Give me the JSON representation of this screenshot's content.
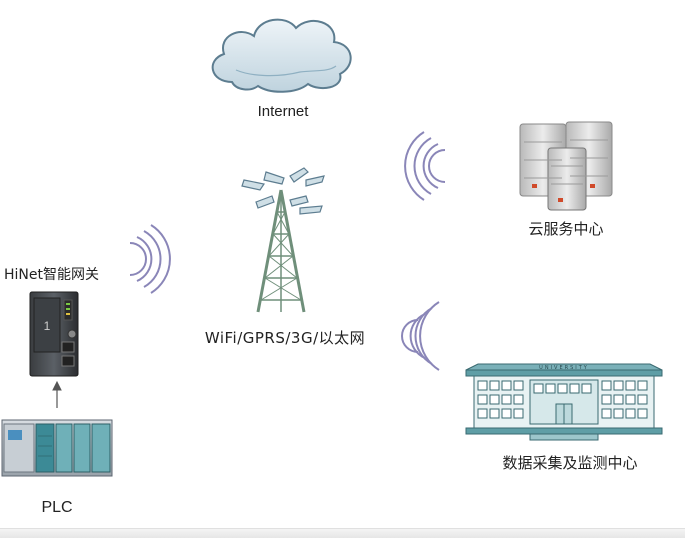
{
  "labels": {
    "internet": "Internet",
    "cloud_service": "云服务中心",
    "network": "WiFi/GPRS/3G/以太网",
    "gateway": "HiNet智能网关",
    "data_center": "数据采集及监测中心",
    "plc": "PLC",
    "building_sign": "UNIVERSITY"
  },
  "icons": {
    "cloud": "cloud-icon",
    "tower": "radio-tower-icon",
    "servers": "server-stack-icon",
    "building": "building-icon",
    "gateway": "gateway-device-icon",
    "plc": "plc-rack-icon",
    "signal": "wifi-signal-icon"
  },
  "colors": {
    "signal": "#8a86b8",
    "cloud_fill": "#d6e4ec",
    "cloud_stroke": "#5d7d90",
    "tower": "#6f8f7a",
    "building": "#5f9ea6",
    "building_windows": "#3a6a70"
  }
}
